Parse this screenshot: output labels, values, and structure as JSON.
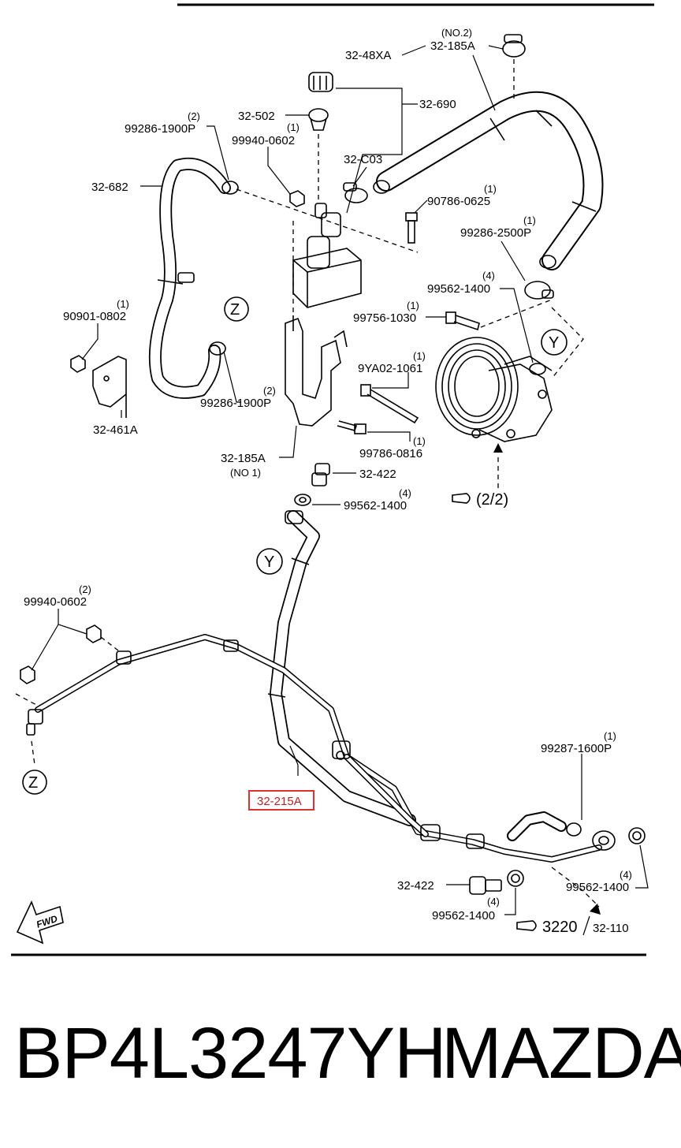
{
  "callouts": {
    "c_32_48xa": "32-48XA",
    "c_32_185a_top": "32-185A",
    "c_no2": "(NO.2)",
    "c_32_690": "32-690",
    "c_32_502": "32-502",
    "c_99286_1900p_a": "99286-1900P",
    "c_q2_a": "(2)",
    "c_99940_0602_a": "99940-0602",
    "c_q1_a": "(1)",
    "c_32_c03": "32-C03",
    "c_32_682": "32-682",
    "c_90786_0625": "90786-0625",
    "c_q1_b": "(1)",
    "c_99286_2500p": "99286-2500P",
    "c_q1_c": "(1)",
    "c_99562_1400_a": "99562-1400",
    "c_q4_a": "(4)",
    "c_z_top": "Z",
    "c_90901_0802": "90901-0802",
    "c_q1_d": "(1)",
    "c_99756_1030": "99756-1030",
    "c_q1_e": "(1)",
    "c_y_right": "Y",
    "c_9ya02_1061": "9YA02-1061",
    "c_q1_f": "(1)",
    "c_99286_1900p_b": "99286-1900P",
    "c_q2_b": "(2)",
    "c_32_461a": "32-461A",
    "c_99786_0816": "99786-0816",
    "c_q1_g": "(1)",
    "c_32_185a_mid": "32-185A",
    "c_no1": "(NO 1)",
    "c_32_422_a": "32-422",
    "c_99562_1400_b": "99562-1400",
    "c_q4_b": "(4)",
    "c_ref_2_2": "(2/2)",
    "c_y_mid": "Y",
    "c_99940_0602_b": "99940-0602",
    "c_q2_c": "(2)",
    "c_z_bottom": "Z",
    "c_32_215a": "32-215A",
    "c_99287_1600p": "99287-1600P",
    "c_q1_h": "(1)",
    "c_32_422_b": "32-422",
    "c_99562_1400_c": "99562-1400",
    "c_q4_c": "(4)",
    "c_99562_1400_d": "99562-1400",
    "c_q4_d": "(4)",
    "c_ref_3220": "3220",
    "c_ref_32_110": "32-110",
    "c_fwd": "FWD"
  },
  "highlight": {
    "part": "32-215A",
    "color": "#e03030"
  },
  "footer": {
    "part_number": "BP4L3247YH",
    "brand": "MAZDA"
  }
}
